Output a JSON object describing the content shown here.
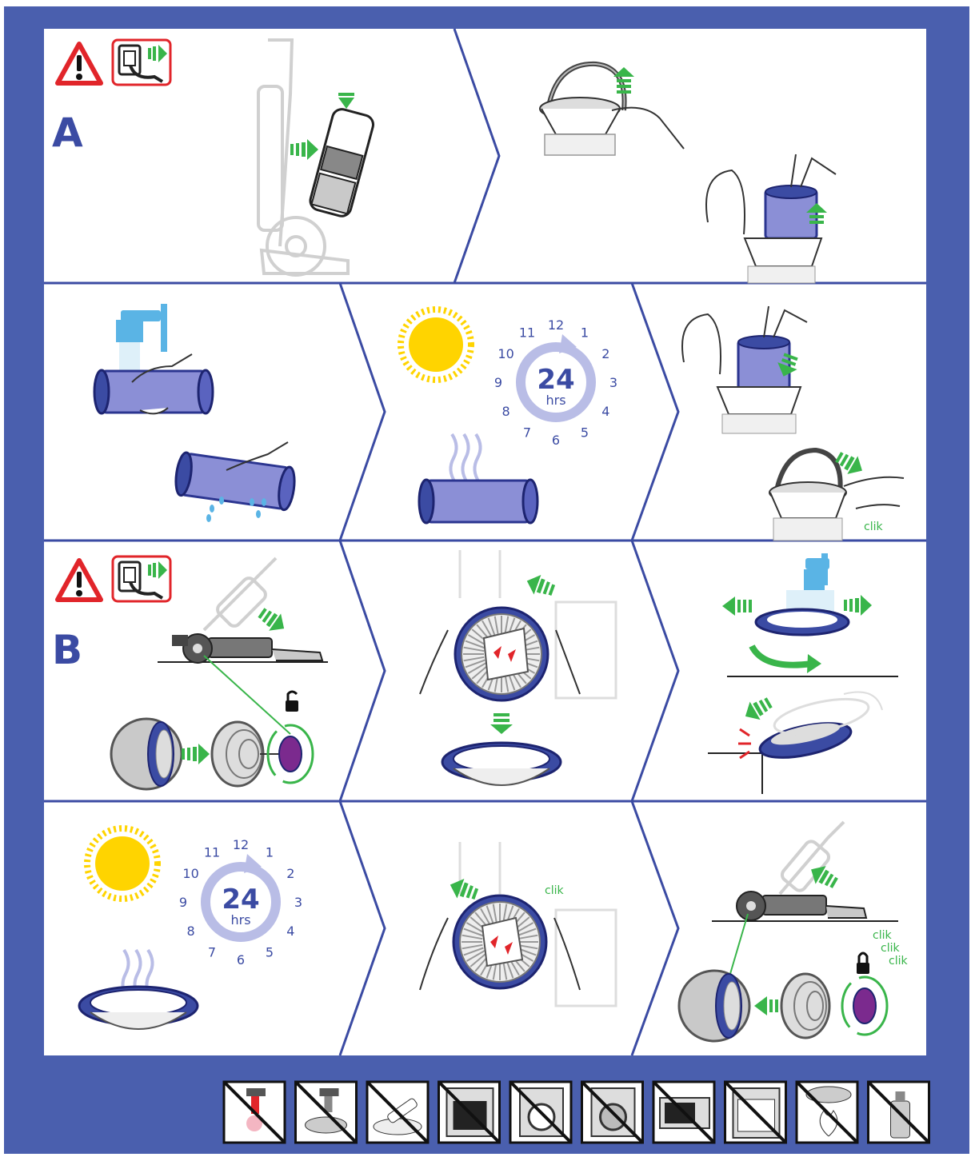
{
  "colors": {
    "frame": "#4a5fae",
    "panel_line": "#3b4ba3",
    "filter_fill": "#8b8fd6",
    "filter_dark": "#2b3590",
    "arrow_green": "#39b54a",
    "warning_red": "#e1252a",
    "sun_yellow": "#ffd400",
    "clock_ring": "#b9bde6",
    "water_blue": "#5ab4e5",
    "rotor_purple": "#7b2a8e",
    "grey_part": "#c9c9c9"
  },
  "section_a": {
    "label": "A",
    "step1": {
      "icons": [
        "warning-icon",
        "unplug-icon"
      ]
    },
    "step2": {},
    "step3": {},
    "step4": {
      "clock": {
        "numbers": [
          "12",
          "1",
          "2",
          "3",
          "4",
          "5",
          "6",
          "7",
          "8",
          "9",
          "10",
          "11"
        ],
        "value": "24",
        "unit": "hrs"
      }
    },
    "step5": {
      "click_text": "clik"
    }
  },
  "section_b": {
    "label": "B",
    "step1": {
      "icons": [
        "warning-icon",
        "unplug-icon",
        "unlock-icon"
      ]
    },
    "step4": {
      "clock": {
        "numbers": [
          "12",
          "1",
          "2",
          "3",
          "4",
          "5",
          "6",
          "7",
          "8",
          "9",
          "10",
          "11"
        ],
        "value": "24",
        "unit": "hrs"
      }
    },
    "step5": {
      "click_text": "clik"
    },
    "step6": {
      "click_texts": [
        "clik",
        "clik",
        "clik"
      ],
      "icon": "lock-icon"
    }
  },
  "prohibitions": {
    "icons": [
      "no-hot-water-icon",
      "no-dishwasher-tap-icon",
      "no-brush-icon",
      "no-oven-icon",
      "no-washing-machine-icon",
      "no-tumble-dryer-icon",
      "no-microwave-icon",
      "no-dishwasher-icon",
      "no-open-flame-icon",
      "no-spray-icon"
    ]
  }
}
